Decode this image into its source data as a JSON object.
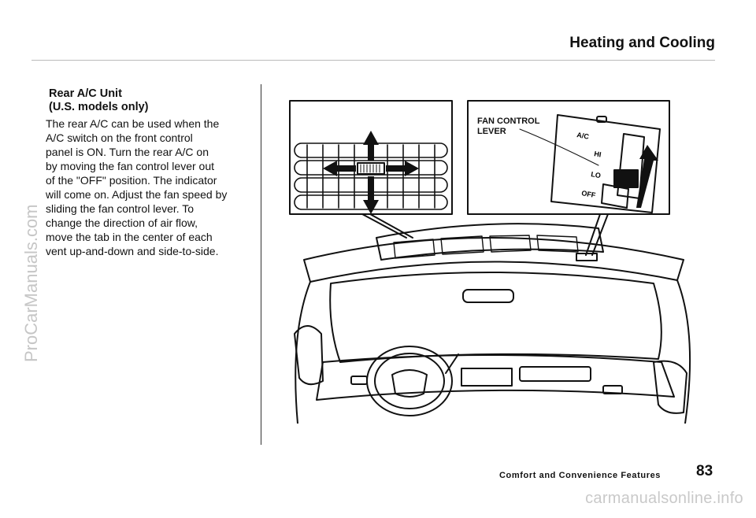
{
  "header": {
    "title": "Heating and Cooling"
  },
  "section": {
    "title_line1": "Rear A/C Unit",
    "title_line2": "(U.S. models only)",
    "body_lines": [
      "The rear A/C can be used when the",
      "A/C switch on the front control",
      "panel is ON. Turn the rear A/C on",
      "by moving the fan control lever out",
      "of the \"OFF\" position. The indicator",
      "will come on. Adjust the fan speed by",
      "sliding the fan control lever. To",
      "change the direction of air flow,",
      "move the tab in the center of each",
      "vent up-and-down and side-to-side."
    ]
  },
  "figure": {
    "callout_line1": "FAN CONTROL",
    "callout_line2": "LEVER",
    "panel_labels": {
      "ac": "A/C",
      "hi": "HI",
      "lo": "LO",
      "off": "OFF"
    }
  },
  "footer": {
    "section_label": "Comfort and Convenience Features",
    "page_number": "83"
  },
  "watermarks": {
    "side": "ProCarManuals.com",
    "bottom": "carmanualsonline.info"
  }
}
